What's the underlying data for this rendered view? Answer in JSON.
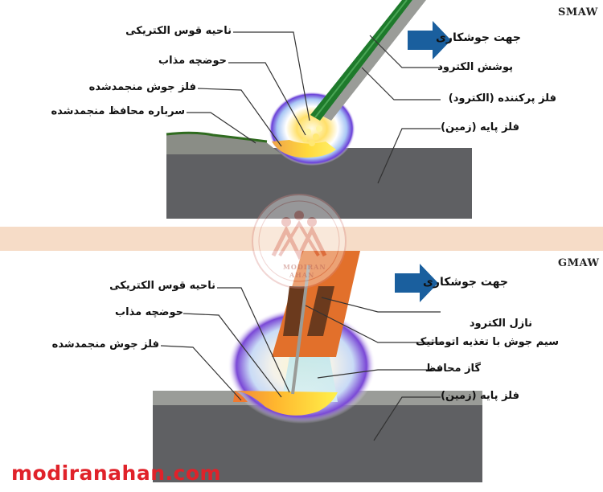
{
  "panels": {
    "smaw": {
      "tag": "SMAW",
      "direction": "جهت جوشکاری",
      "labels": {
        "arc_zone": "ناحیه قوس الکتریکی",
        "weld_pool": "حوضچه مذاب",
        "solid_weld": "فلز جوش منجمدشده",
        "slag": "سرباره محافظ منجمدشده",
        "coating": "پوشش الکترود",
        "filler": "فلز پرکننده (الکترود)",
        "base": "فلز پایه (زمین)"
      }
    },
    "gmaw": {
      "tag": "GMAW",
      "direction": "جهت جوشکاری",
      "labels": {
        "arc_zone": "ناحیه قوس الکتریکی",
        "weld_pool": "حوضچه مذاب",
        "solid_weld": "فلز جوش منجمدشده",
        "nozzle": "نازل الکترود",
        "wire": "سیم جوش با تغذیه اتوماتیک",
        "gas": "گاز محافظ",
        "base": "فلز پایه (زمین)"
      }
    }
  },
  "watermark": {
    "line1": "MODIRAN",
    "line2": "AHAN"
  },
  "site_url": "modiranahan.com",
  "colors": {
    "arrow": "#1a5f9e",
    "plate": "#5f6063",
    "slag": "#8a8d86",
    "nozzle": "#e2702b",
    "url": "#e0222a"
  }
}
